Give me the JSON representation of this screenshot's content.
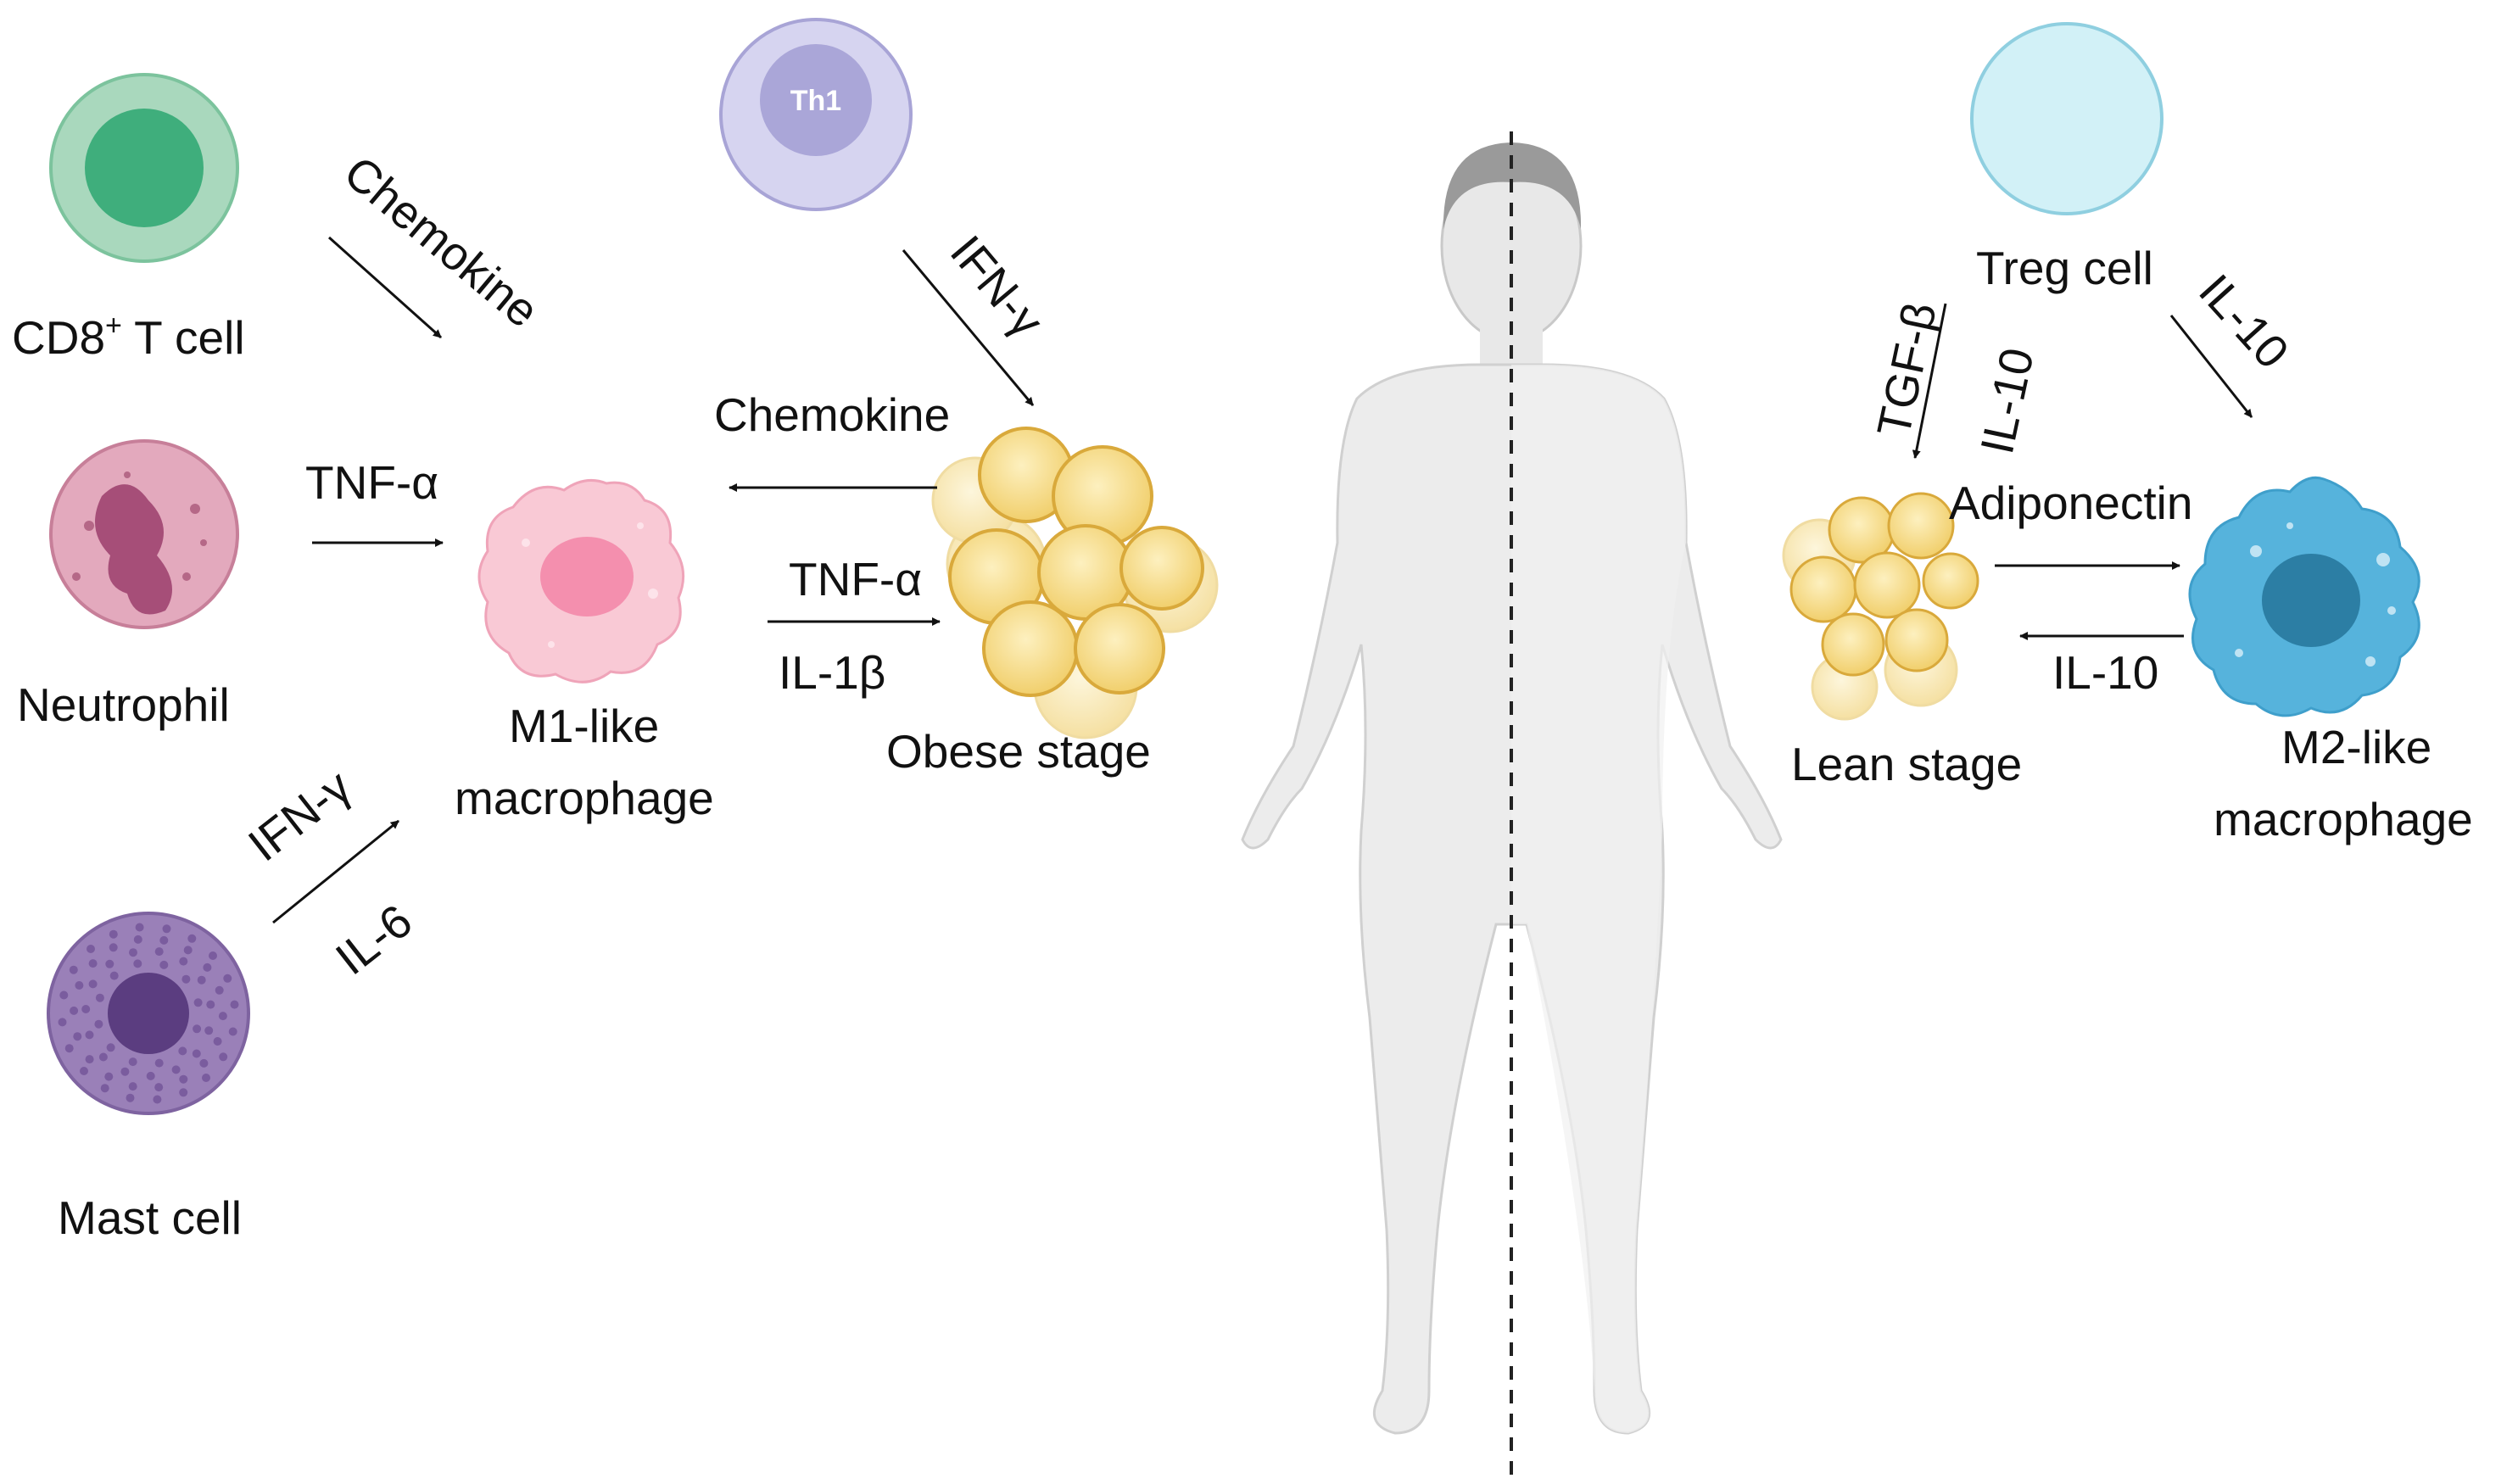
{
  "left": {
    "cd8": {
      "label_main": "CD8",
      "label_sup": "+",
      "label_rest": " T cell"
    },
    "neutrophil": {
      "label": "Neutrophil"
    },
    "mast": {
      "label": "Mast cell"
    },
    "th1": {
      "badge": "Th1"
    },
    "m1": {
      "line1": "M1-like",
      "line2": "macrophage"
    },
    "obese": {
      "label": "Obese stage"
    },
    "signals": {
      "chemokine_cd8": "Chemokine",
      "tnf_neutrophil": "TNF-α",
      "ifn_mast": "IFN-γ",
      "il6_mast": "IL-6",
      "ifn_th1": "IFN-γ",
      "chemokine_obese": "Chemokine",
      "tnf_m1": "TNF-α",
      "il1b_m1": "IL-1β"
    }
  },
  "right": {
    "treg": {
      "label": "Treg cell"
    },
    "lean": {
      "label": "Lean stage"
    },
    "m2": {
      "line1": "M2-like",
      "line2": "macrophage"
    },
    "signals": {
      "tgfb": "TGF-β",
      "il10_treg_lean": "IL-10",
      "il10_treg_m2": "IL-10",
      "adiponectin": "Adiponectin",
      "il10_m2_lean": "IL-10"
    }
  },
  "colors": {
    "cd8_outer": "#a9d8bd",
    "cd8_inner": "#3fae7c",
    "neutrophil": "#d98fa8",
    "mast": "#9a80b8",
    "th1_outer": "#d6d4f0",
    "th1_inner": "#aaa6d8",
    "m1": "#f7c2d0",
    "treg": "#d2f1f7",
    "m2": "#56b3dc",
    "fat": "#f4d67e",
    "body": "#ececec"
  }
}
